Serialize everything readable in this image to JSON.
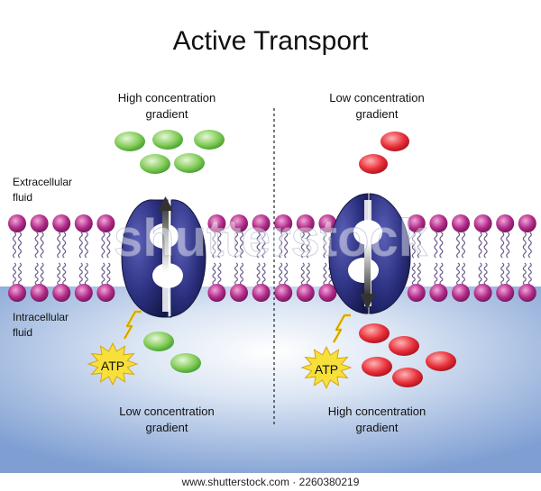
{
  "title": "Active Transport",
  "left_side": {
    "top_label": "High concentration\ngradient",
    "bottom_label": "Low concentration\ngradient",
    "atp_label": "ATP",
    "transport_direction": "out"
  },
  "right_side": {
    "top_label": "Low concentration\ngradient",
    "bottom_label": "High concentration\ngradient",
    "atp_label": "ATP",
    "transport_direction": "in"
  },
  "regions": {
    "extracellular": "Extracellular\nfluid",
    "intracellular": "Intracellular\nfluid"
  },
  "watermark": "shutterstock",
  "footer": "www.shutterstock.com · 2260380219",
  "colors": {
    "green_molecule": "#6dbf4a",
    "red_molecule": "#e0202c",
    "protein": "#2b2f7e",
    "phospholipid_head": "#a0227a",
    "cytoplasm": "#8aa8d8",
    "atp_burst": "#f7e03a"
  }
}
